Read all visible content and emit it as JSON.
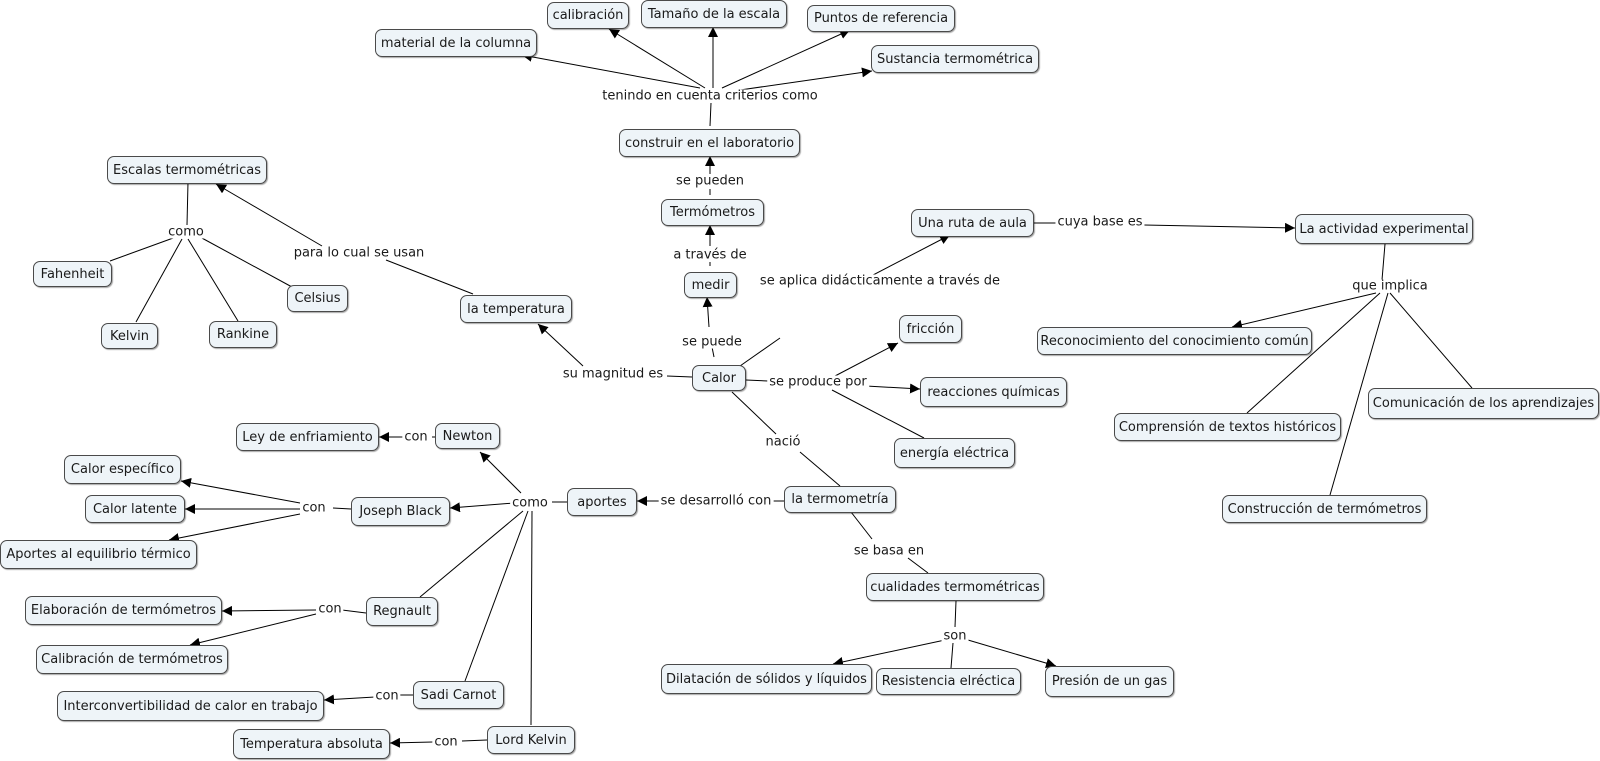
{
  "nodes": {
    "calor": "Calor",
    "medir": "medir",
    "termometros": "Termómetros",
    "construir": "construir en el laboratorio",
    "material": "material de la columna",
    "calibracion": "calibración",
    "tamano": "Tamaño de la escala",
    "puntos": "Puntos de referencia",
    "sustancia": "Sustancia termométrica",
    "temperatura": "la temperatura",
    "escalas": "Escalas termométricas",
    "fahenheit": "Fahenheit",
    "kelvin": "Kelvin",
    "rankine": "Rankine",
    "celsius": "Celsius",
    "ruta": "Una ruta de aula",
    "actividad": "La actividad experimental",
    "reconocimiento": "Reconocimiento del conocimiento común",
    "comprension": "Comprensión de textos históricos",
    "comunicacion": "Comunicación de los aprendizajes",
    "construccion": "Construcción de termómetros",
    "friccion": "fricción",
    "reacciones": "reacciones químicas",
    "energia": "energía eléctrica",
    "termometria": "la termometría",
    "cualidades": "cualidades termométricas",
    "dilatacion": "Dilatación de sólidos y líquidos",
    "resistencia": "Resistencia elréctica",
    "presion": "Presión de un gas",
    "aportes": "aportes",
    "newton": "Newton",
    "ley": "Ley de enfriamiento",
    "black": "Joseph Black",
    "calor_especifico": "Calor específico",
    "calor_latente": "Calor latente",
    "equilibrio": "Aportes al equilibrio térmico",
    "regnault": "Regnault",
    "elaboracion": "Elaboración de termómetros",
    "calibracion_term": "Calibración de termómetros",
    "carnot": "Sadi Carnot",
    "interconvertibilidad": "Interconvertibilidad de calor en trabajo",
    "lord_kelvin": "Lord Kelvin",
    "temp_absoluta": "Temperatura absoluta"
  },
  "links": {
    "se_puede": "se puede",
    "a_traves_de": "a través de",
    "se_pueden": "se pueden",
    "criterios": "tenindo en cuenta criterios como",
    "su_magnitud": "su magnitud es",
    "para_lo_cual": "para lo cual se usan",
    "como_escalas": "como",
    "aplica": "se aplica didácticamente a través de",
    "cuya_base": "cuya base es",
    "que_implica": "que implica",
    "se_produce": "se produce por",
    "nacio": "nació",
    "se_basa": "se basa en",
    "son": "son",
    "se_desarrollo": "se desarrolló con",
    "como_aportes": "como",
    "con_newton": "con",
    "con_black": "con",
    "con_regnault": "con",
    "con_carnot": "con",
    "con_kelvin": "con"
  }
}
